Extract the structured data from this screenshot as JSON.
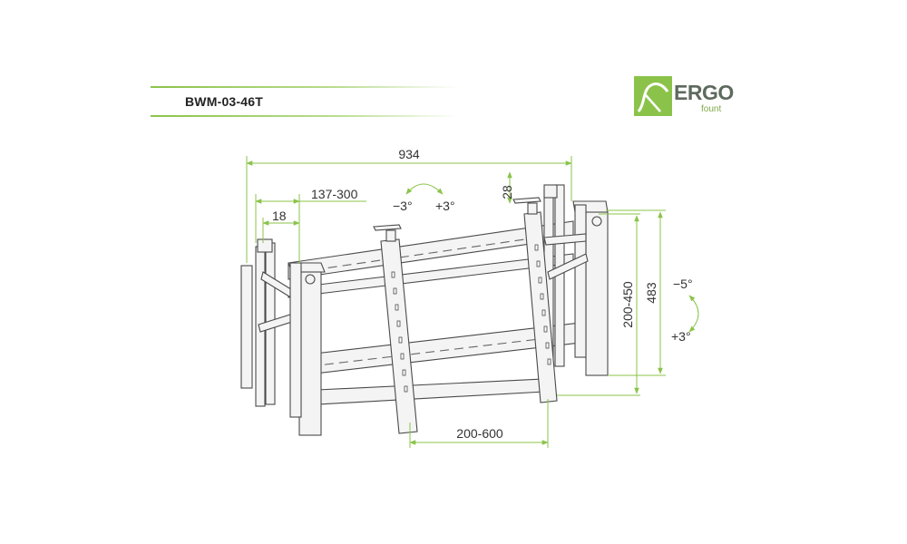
{
  "header": {
    "model": "BWM-03-46T"
  },
  "logo": {
    "word": "ERGO",
    "sub": "fount"
  },
  "dimensions": {
    "overall_width": "934",
    "arm_extension": "137-300",
    "arm_offset": "18",
    "lift": "28",
    "tilt_minus": "−3°",
    "tilt_plus": "+3°",
    "vertical_range": "200-450",
    "height": "483",
    "side_minus": "−5°",
    "side_plus": "+3°",
    "horizontal_range": "200-600"
  },
  "colors": {
    "accent": "#8bc34a",
    "line": "#444444",
    "fill": "#f2f2f2"
  }
}
